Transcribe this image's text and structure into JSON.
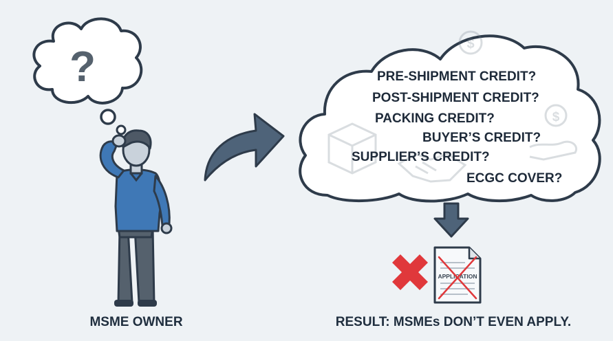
{
  "thought": {
    "symbol": "?"
  },
  "figure": {
    "label": "MSME OWNER"
  },
  "credit_cloud": {
    "questions": [
      "PRE-SHIPMENT CREDIT?",
      "POST-SHIPMENT CREDIT?",
      "PACKING CREDIT?",
      "BUYER’S CREDIT?",
      "SUPPLIER’S CREDIT?",
      "ECGC COVER?"
    ]
  },
  "result": {
    "document_text": "APPLICATION",
    "caption": "RESULT: MSMEs DON’T EVEN APPLY."
  },
  "colors": {
    "background": "#eef2f5",
    "outline": "#2e3b4a",
    "shirt": "#3f78b6",
    "trousers": "#55616d",
    "arrow": "#4e6379",
    "reject": "#e0383b"
  }
}
